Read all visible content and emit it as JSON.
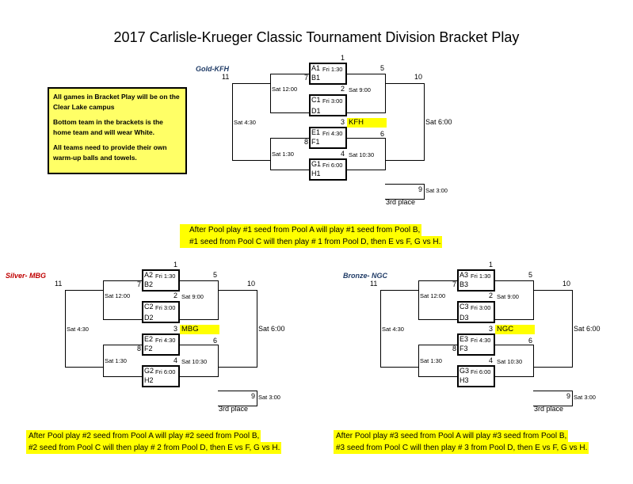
{
  "title": "2017 Carlisle-Krueger Classic Tournament Division Bracket Play",
  "notes": [
    "All games in Bracket Play will be on the Clear Lake campus",
    "Bottom team in the brackets is the home team and will wear White.",
    "All teams need to provide their own warm-up balls and towels."
  ],
  "gold": {
    "label": "Gold-KFH",
    "teams": {
      "a": "A1",
      "b": "B1",
      "c": "C1",
      "d": "D1",
      "e": "E1",
      "f": "F1",
      "g": "G1",
      "h": "H1",
      "champ": "KFH"
    },
    "times": {
      "a": "Fri 1:30",
      "c": "Fri 3:00",
      "e": "Fri 4:30",
      "g": "Fri 6:00",
      "g2": "Sat 9:00",
      "g4": "Sat 10:30",
      "g7": "Sat 12:00",
      "g8": "Sat 1:30",
      "g11": "Sat 4:30",
      "g10": "Sat 6:00",
      "g9": "Sat 3:00"
    },
    "nums": {
      "n1": "1",
      "n2": "2",
      "n3": "3",
      "n4": "4",
      "n5": "5",
      "n6": "6",
      "n7": "7",
      "n8": "8",
      "n9": "9",
      "n10": "10",
      "n11": "11"
    },
    "third": "3rd place",
    "footer1": "After Pool play #1 seed from Pool A will play #1 seed from Pool B,",
    "footer2": "#1 seed from Pool C will then play # 1 from Pool D, then E vs F, G vs H."
  },
  "silver": {
    "label": "Silver- MBG",
    "teams": {
      "a": "A2",
      "b": "B2",
      "c": "C2",
      "d": "D2",
      "e": "E2",
      "f": "F2",
      "g": "G2",
      "h": "H2",
      "champ": "MBG"
    },
    "times": {
      "a": "Fri 1:30",
      "c": "Fri 3:00",
      "e": "Fri 4:30",
      "g": "Fri 6:00",
      "g2": "Sat 9:00",
      "g4": "Sat 10:30",
      "g7": "Sat 12:00",
      "g8": "Sat 1:30",
      "g11": "Sat 4:30",
      "g10": "Sat 6:00",
      "g9": "Sat 3:00"
    },
    "nums": {
      "n1": "1",
      "n2": "2",
      "n3": "3",
      "n4": "4",
      "n5": "5",
      "n6": "6",
      "n7": "7",
      "n8": "8",
      "n9": "9",
      "n10": "10",
      "n11": "11"
    },
    "third": "3rd place",
    "footer1": "After Pool play #2 seed from Pool A will play #2 seed from Pool B,",
    "footer2": "#2 seed from Pool C will then play # 2 from Pool D, then E vs F, G vs H."
  },
  "bronze": {
    "label": "Bronze- NGC",
    "teams": {
      "a": "A3",
      "b": "B3",
      "c": "C3",
      "d": "D3",
      "e": "E3",
      "f": "F3",
      "g": "G3",
      "h": "H3",
      "champ": "NGC"
    },
    "times": {
      "a": "Fri 1:30",
      "c": "Fri 3:00",
      "e": "Fri 4:30",
      "g": "Fri 6:00",
      "g2": "Sat 9:00",
      "g4": "Sat 10:30",
      "g7": "Sat 12:00",
      "g8": "Sat 1:30",
      "g11": "Sat 4:30",
      "g10": "Sat 6:00",
      "g9": "Sat 3:00"
    },
    "nums": {
      "n1": "1",
      "n2": "2",
      "n3": "3",
      "n4": "4",
      "n5": "5",
      "n6": "6",
      "n7": "7",
      "n8": "8",
      "n9": "9",
      "n10": "10",
      "n11": "11"
    },
    "third": "3rd place",
    "footer1": "After Pool play #3 seed from Pool A will play #3 seed from Pool B,",
    "footer2": "#3 seed from Pool C will then play # 3 from Pool D, then E vs F, G vs H."
  }
}
